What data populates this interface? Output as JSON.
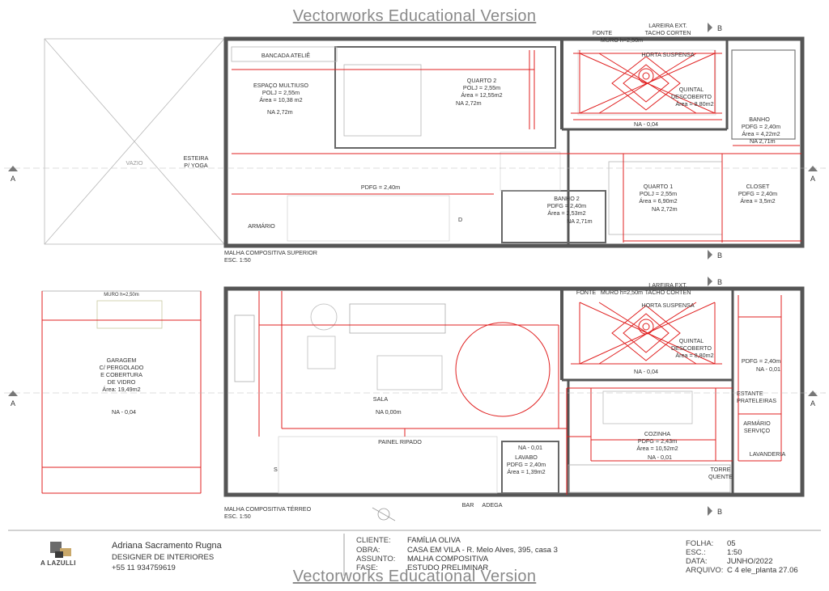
{
  "watermark": "Vectorworks Educational Version",
  "upper_plan": {
    "caption_line1": "MALHA COMPOSITIVA SUPERIOR",
    "caption_line2": "ESC. 1:50",
    "labels": {
      "bancada": "BANCADA ATELIÊ",
      "espaco_title": "ESPAÇO MULTIUSO",
      "espaco_polj": "POLJ = 2,55m",
      "espaco_area": "Área = 10,38 m2",
      "espaco_na": "NA 2,72m",
      "quarto2_title": "QUARTO 2",
      "quarto2_polj": "POLJ = 2,55m",
      "quarto2_area": "Área = 12,55m2",
      "quarto2_na": "NA 2,72m",
      "vazio": "VAZIO",
      "esteira1": "ESTEIRA",
      "esteira2": "P/ YOGA",
      "pdfg": "PDFG = 2,40m",
      "armario": "ARMÁRIO",
      "d": "D",
      "banho2_title": "BANHO 2",
      "banho2_pdfg": "PDFG = 2,40m",
      "banho2_area": "Área = 2,53m2",
      "banho2_na": "NA 2,71m",
      "quarto1_title": "QUARTO 1",
      "quarto1_polj": "POLJ = 2,55m",
      "quarto1_area": "Área = 6,90m2",
      "quarto1_na": "NA 2,72m",
      "closet_title": "CLOSET",
      "closet_pdfg": "PDFG = 2,40m",
      "closet_area": "Área = 3,5m2",
      "banho_title": "BANHO",
      "banho_pdfg": "PDFG = 2,40m",
      "banho_area": "Área = 4,22m2",
      "banho_na": "NA 2,71m",
      "fonte": "FONTE",
      "muro": "MURO  h=2,50m",
      "lareira1": "LAREIRA EXT.",
      "lareira2": "TACHO CORTEN",
      "horta": "HORTA SUSPENSA",
      "quintal1": "QUINTAL",
      "quintal2": "DESCOBERTO",
      "quintal_area": "Área = 8,80m2",
      "na_quintal": "NA - 0,04"
    }
  },
  "lower_plan": {
    "caption_line1": "MALHA COMPOSITIVA TÉRREO",
    "caption_line2": "ESC. 1:50",
    "labels": {
      "muro": "MURO  h=2,50m",
      "garagem1": "GARAGEM",
      "garagem2": "C/ PERGOLADO",
      "garagem3": "E COBERTURA",
      "garagem4": "DE VIDRO",
      "garagem_area": "Área: 19,49m2",
      "garagem_na": "NA - 0,04",
      "sala": "SALA",
      "sala_na": "NA 0,00m",
      "painel": "PAINEL RIPADO",
      "s": "S",
      "lavabo_na": "NA - 0,01",
      "lavabo_title": "LAVABO",
      "lavabo_pdfg": "PDFG = 2,40m",
      "lavabo_area": "Área = 1,39m2",
      "bar": "BAR",
      "adega": "ADEGA",
      "fonte": "FONTE",
      "muro2": "MURO  h=2,50m",
      "lareira1": "LAREIRA EXT.",
      "lareira2": "TACHO CORTEN",
      "horta": "HORTA SUSPENSA",
      "quintal1": "QUINTAL",
      "quintal2": "DESCOBERTO",
      "quintal_area": "Área = 8,80m2",
      "na_quintal": "NA - 0,04",
      "cozinha_title": "COZINHA",
      "cozinha_pdfg": "PDFG = 2,43m",
      "cozinha_area": "Área = 10,52m2",
      "cozinha_na": "NA - 0,01",
      "pdfg_right": "PDFG = 2,40m",
      "na_right": "NA - 0,01",
      "estante1": "ESTANTE",
      "estante2": "PRATELEIRAS",
      "armario1": "ARMÁRIO",
      "armario2": "SERVIÇO",
      "lavanderia": "LAVANDERIA",
      "torre1": "TORRE",
      "torre2": "QUENTE"
    }
  },
  "section_marks": {
    "a": "A",
    "b": "B"
  },
  "title_block": {
    "logo_text": "A LAZULLI",
    "designer_name": "Adriana Sacramento Rugna",
    "designer_role": "DESIGNER DE INTERIORES",
    "designer_phone": "+55 11 934759619",
    "cliente_label": "CLIENTE:",
    "cliente_value": "FAMÍLIA OLIVA",
    "obra_label": "OBRA:",
    "obra_value": "CASA EM VILA - R. Melo Alves, 395, casa 3",
    "assunto_label": "ASSUNTO:",
    "assunto_value": "MALHA COMPOSITIVA",
    "fase_label": "FASE:",
    "fase_value": "ESTUDO PRELIMINAR",
    "folha_label": "FOLHA:",
    "folha_value": "05",
    "esc_label": "ESC.:",
    "esc_value": "1:50",
    "data_label": "DATA:",
    "data_value": "JUNHO/2022",
    "arquivo_label": "ARQUIVO:",
    "arquivo_value": "C 4 ele_planta 27.06"
  },
  "colors": {
    "wall": "#555555",
    "grid_red": "#e02020",
    "line_gray": "#9a9a9a",
    "furniture": "#b5b5b5",
    "watermark": "#8a8a8a"
  }
}
